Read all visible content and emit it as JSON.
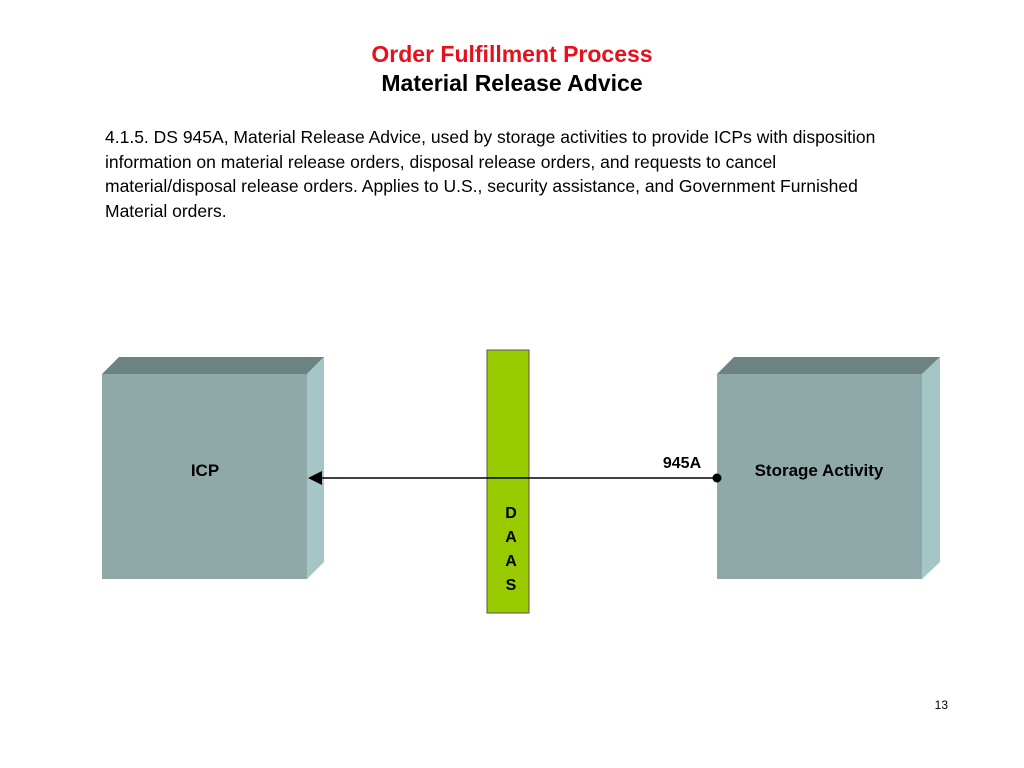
{
  "slide": {
    "title_line1": "Order Fulfillment Process",
    "title_line2": "Material Release Advice",
    "body": "4.1.5. DS 945A, Material Release Advice, used by storage activities to provide ICPs with disposition information on material release orders, disposal release orders, and requests to cancel material/disposal release orders. Applies to U.S., security assistance, and Government Furnished Material orders.",
    "page_number": "13"
  },
  "diagram": {
    "left_box_label": "ICP",
    "right_box_label": "Storage Activity",
    "middle_bar_letters": [
      "D",
      "A",
      "A",
      "S"
    ],
    "arrow_label": "945A",
    "colors": {
      "box_front": "#8fa9a9",
      "box_top": "#6d8383",
      "box_side": "#a6c5c7",
      "bar_fill": "#99cc00",
      "title_red": "#e8101a"
    }
  }
}
